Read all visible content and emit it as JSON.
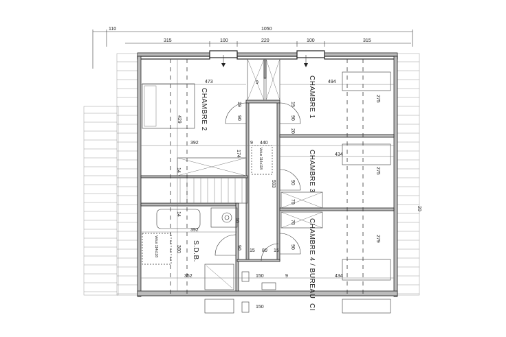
{
  "plan": {
    "overall_dims": {
      "left": "110",
      "total": "1050"
    },
    "facade_dims": [
      "315",
      "100",
      "220",
      "100",
      "315"
    ],
    "rooms": {
      "chambre2": "CHAMBRE 2",
      "chambre1": "CHAMBRE 1",
      "chambre3": "CHAMBRE 3",
      "chambre4": "CHAMBRE 4 / BUREAU",
      "sdb": "S.D.B.",
      "next_room_partial": "CI"
    },
    "dims": {
      "c2_width": "473",
      "c1_width": "494",
      "c2_depth": "429",
      "c2_bottom": "392",
      "corr_174": "174",
      "stair_14": "14",
      "corr_9a": "9",
      "corr_9b": "9",
      "corr_width": "440",
      "corr_len": "593",
      "c3_width": "434",
      "c4_width": "434",
      "c1_bed": "275",
      "c3_bed": "275",
      "c4_bed": "279",
      "sdb_width": "392",
      "sdb_depth": "300",
      "sdb_lower": "352",
      "bath_14": "14",
      "sink_10": "10",
      "door_90a": "90",
      "door_90b": "90",
      "door_90c": "90",
      "door_90d": "90",
      "door_90e": "90",
      "door_19a": "19",
      "door_19b": "19",
      "door_20a": "20",
      "door_20b": "20",
      "door_70a": "70",
      "door_70b": "70",
      "wc_15a": "15",
      "wc_80": "80",
      "wc_15b": "15",
      "wc_150a": "150",
      "wc_150b": "150",
      "c4_9": "9"
    },
    "notes": {
      "corr_skylight": "Velux 114x118",
      "sdb_skylight": "Velux 114x118"
    }
  }
}
